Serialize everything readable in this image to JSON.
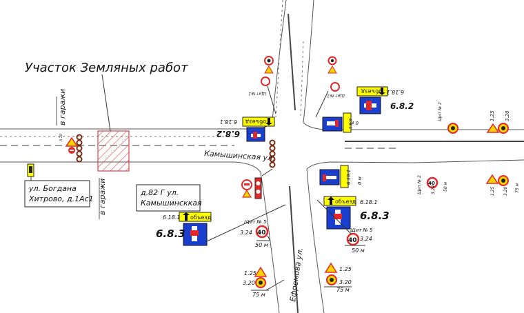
{
  "title": "Участок Земляных работ",
  "street_main": "Камышинская ул.",
  "street_cross": "Ефремова ул.",
  "garage_top": "в гаражи",
  "garage_bottom": "в гаражи",
  "address_left": [
    "ул. Богдана",
    "Хитрово, д.1Ас1"
  ],
  "address_right": [
    "д.82 Г ул.",
    "Камышинсккая"
  ],
  "detour_word": "объезд",
  "labels": {
    "sign_6_18_1": "6.18.1",
    "sign_6_8_2": "6.8.2",
    "sign_6_8_3": "6.8.3",
    "sign_6_8_1": "6.8.1",
    "sign_1_25": "1.25",
    "sign_3_20": "3.20",
    "sign_3_24": "3.24",
    "speed": "40",
    "dist_50": "50 м",
    "dist_75": "75 м",
    "dist_0": "0 м",
    "shield_1": "Щит №1",
    "shield_2": "Щит № 2",
    "shield_5": "Щит № 5"
  },
  "colors": {
    "sign_blue": "#1a3fcf",
    "sign_yellow": "#ffff00",
    "sign_red": "#e0282a",
    "hatch_red": "#e04050",
    "cone_brown": "#7a2a10",
    "line_dark": "#333333",
    "road_edge": "#444444"
  }
}
